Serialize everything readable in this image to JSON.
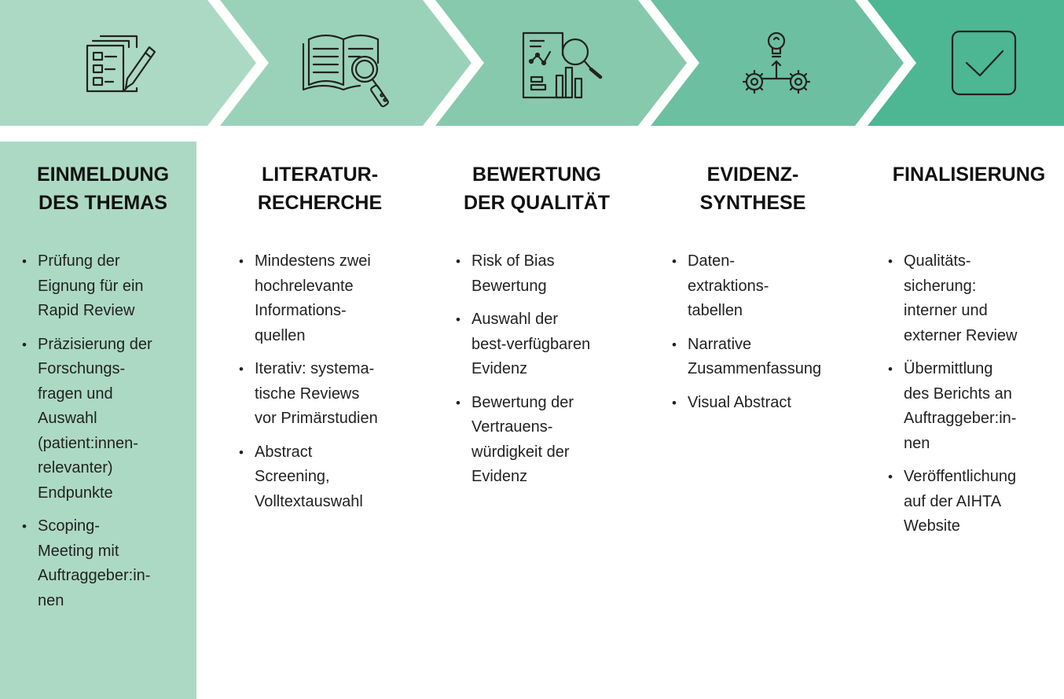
{
  "colors": {
    "step1": "#acd9c4",
    "step2": "#9ad2b9",
    "step3": "#87c9ad",
    "step4": "#6cbfa1",
    "step5": "#4db693",
    "icon_stroke": "#222222"
  },
  "steps": [
    {
      "icon": "checklist-pencil-icon",
      "title": "EINMELDUNG\nDES THEMAS",
      "items": [
        "Prüfung der\nEignung für ein\nRapid Review",
        "Präzisierung der\nForschungs-\nfragen und\nAuswahl\n(patient:innen-\nrelevanter)\nEndpunkte",
        "Scoping-\nMeeting mit\nAuftraggeber:in-\nnen"
      ]
    },
    {
      "icon": "book-magnifier-icon",
      "title": "LITERATUR-\nRECHERCHE",
      "items": [
        "Mindestens zwei\nhochrelevante\nInformations-\nquellen",
        "Iterativ: systema-\ntische Reviews\nvor Primärstudien",
        "Abstract\nScreening,\nVolltextauswahl"
      ]
    },
    {
      "icon": "report-chart-magnifier-icon",
      "title": "BEWERTUNG\nDER QUALITÄT",
      "items": [
        "Risk of Bias\nBewertung",
        "Auswahl der\nbest-verfügbaren\nEvidenz",
        "Bewertung der\nVertrauens-\nwürdigkeit der\nEvidenz"
      ]
    },
    {
      "icon": "lightbulb-gears-icon",
      "title": "EVIDENZ-\nSYNTHESE",
      "items": [
        "Daten-\nextraktions-\ntabellen",
        "Narrative\nZusammenfassung",
        "Visual Abstract"
      ]
    },
    {
      "icon": "checkbox-icon",
      "title": "FINALISIERUNG",
      "items": [
        "Qualitäts-\nsicherung:\ninterner und\nexterner Review",
        "Übermittlung\ndes Berichts an\nAuftraggeber:in-\nnen",
        "Veröffentlichung\nauf der AIHTA\nWebsite"
      ]
    }
  ]
}
